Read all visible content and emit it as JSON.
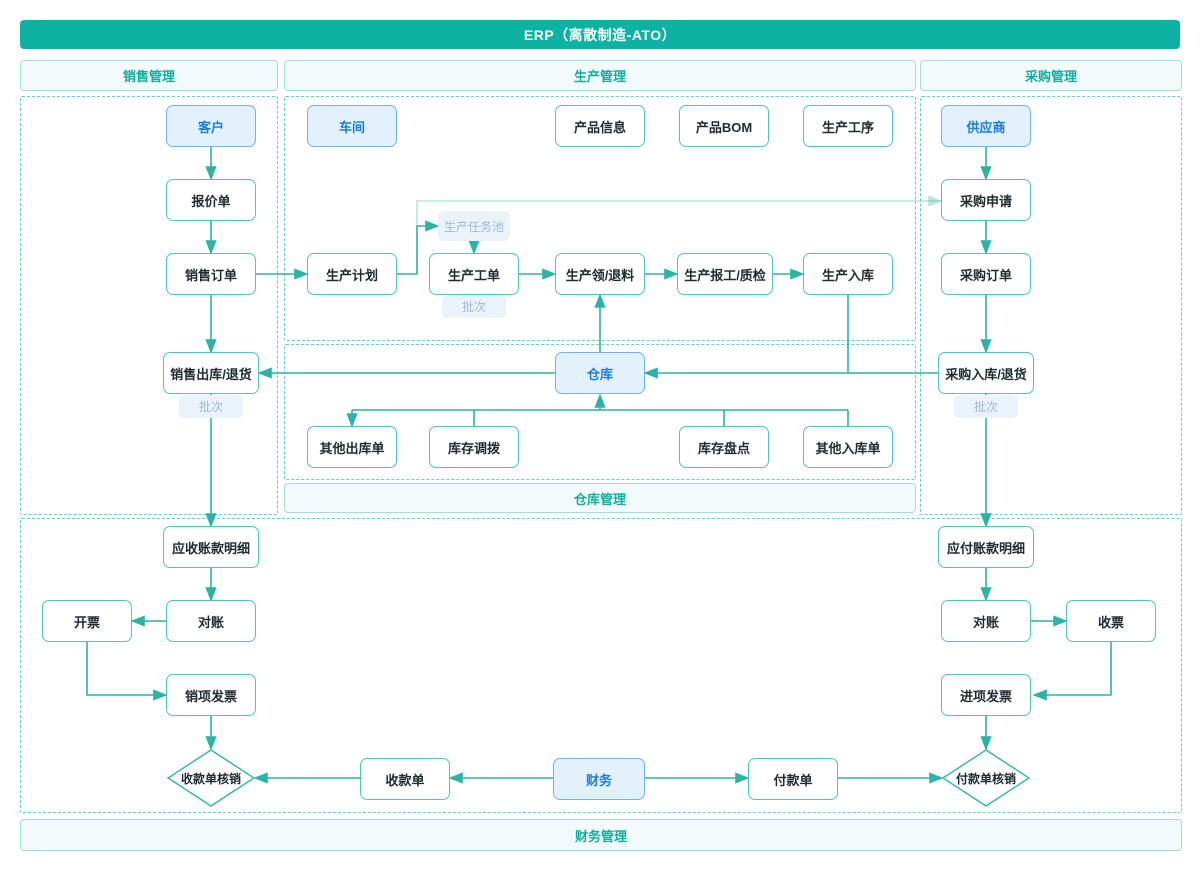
{
  "banner": {
    "title": "ERP（离散制造-ATO）"
  },
  "sections": {
    "sales": "销售管理",
    "production": "生产管理",
    "purchase": "采购管理",
    "warehouse": "仓库管理",
    "finance": "财务管理"
  },
  "colors": {
    "accent_teal": "#0db2a2",
    "box_border_teal": "#4cc7b8",
    "connector_teal": "#2ab4a4",
    "dashed_border_teal": "#63cfc0",
    "section_bg": "#f3fafc",
    "blue_node_bg": "#e3f1fd",
    "blue_node_border": "#72b2f4",
    "blue_node_text": "#187ddd",
    "tag_bg": "#eaf3fa",
    "tag_text": "#9fb9d6"
  },
  "nodes": [
    {
      "id": "customer",
      "label": "客户",
      "kind": "blue"
    },
    {
      "id": "quote",
      "label": "报价单",
      "kind": "box"
    },
    {
      "id": "sales-order",
      "label": "销售订单",
      "kind": "box"
    },
    {
      "id": "sales-outbound",
      "label": "销售出库/退货",
      "kind": "box"
    },
    {
      "id": "batch-sales",
      "label": "批次",
      "kind": "tag"
    },
    {
      "id": "workshop",
      "label": "车间",
      "kind": "blue"
    },
    {
      "id": "product-info",
      "label": "产品信息",
      "kind": "box"
    },
    {
      "id": "product-bom",
      "label": "产品BOM",
      "kind": "box"
    },
    {
      "id": "production-process",
      "label": "生产工序",
      "kind": "box"
    },
    {
      "id": "production-plan",
      "label": "生产计划",
      "kind": "box"
    },
    {
      "id": "production-task-pool",
      "label": "生产任务池",
      "kind": "tag"
    },
    {
      "id": "production-work-order",
      "label": "生产工单",
      "kind": "box"
    },
    {
      "id": "batch-production",
      "label": "批次",
      "kind": "tag"
    },
    {
      "id": "production-picking",
      "label": "生产领/退料",
      "kind": "box"
    },
    {
      "id": "production-reporting",
      "label": "生产报工/质检",
      "kind": "box"
    },
    {
      "id": "production-inbound",
      "label": "生产入库",
      "kind": "box"
    },
    {
      "id": "warehouse-node",
      "label": "仓库",
      "kind": "blue"
    },
    {
      "id": "other-outbound",
      "label": "其他出库单",
      "kind": "box"
    },
    {
      "id": "inventory-transfer",
      "label": "库存调拨",
      "kind": "box"
    },
    {
      "id": "inventory-count",
      "label": "库存盘点",
      "kind": "box"
    },
    {
      "id": "other-inbound",
      "label": "其他入库单",
      "kind": "box"
    },
    {
      "id": "supplier",
      "label": "供应商",
      "kind": "blue"
    },
    {
      "id": "purchase-request",
      "label": "采购申请",
      "kind": "box"
    },
    {
      "id": "purchase-order",
      "label": "采购订单",
      "kind": "box"
    },
    {
      "id": "purchase-inbound",
      "label": "采购入库/退货",
      "kind": "box"
    },
    {
      "id": "batch-purchase",
      "label": "批次",
      "kind": "tag"
    },
    {
      "id": "ar-detail",
      "label": "应收账款明细",
      "kind": "box"
    },
    {
      "id": "reconcile-ar",
      "label": "对账",
      "kind": "box"
    },
    {
      "id": "invoicing",
      "label": "开票",
      "kind": "box"
    },
    {
      "id": "sales-invoice",
      "label": "销项发票",
      "kind": "box"
    },
    {
      "id": "receipt-writeoff",
      "label": "收款单核销",
      "kind": "diamond"
    },
    {
      "id": "receipt-order",
      "label": "收款单",
      "kind": "box"
    },
    {
      "id": "finance-node",
      "label": "财务",
      "kind": "blue"
    },
    {
      "id": "payment-order",
      "label": "付款单",
      "kind": "box"
    },
    {
      "id": "payment-writeoff",
      "label": "付款单核销",
      "kind": "diamond"
    },
    {
      "id": "ap-detail",
      "label": "应付账款明细",
      "kind": "box"
    },
    {
      "id": "reconcile-ap",
      "label": "对账",
      "kind": "box"
    },
    {
      "id": "receive-invoice",
      "label": "收票",
      "kind": "box"
    },
    {
      "id": "purchase-invoice",
      "label": "进项发票",
      "kind": "box"
    }
  ]
}
